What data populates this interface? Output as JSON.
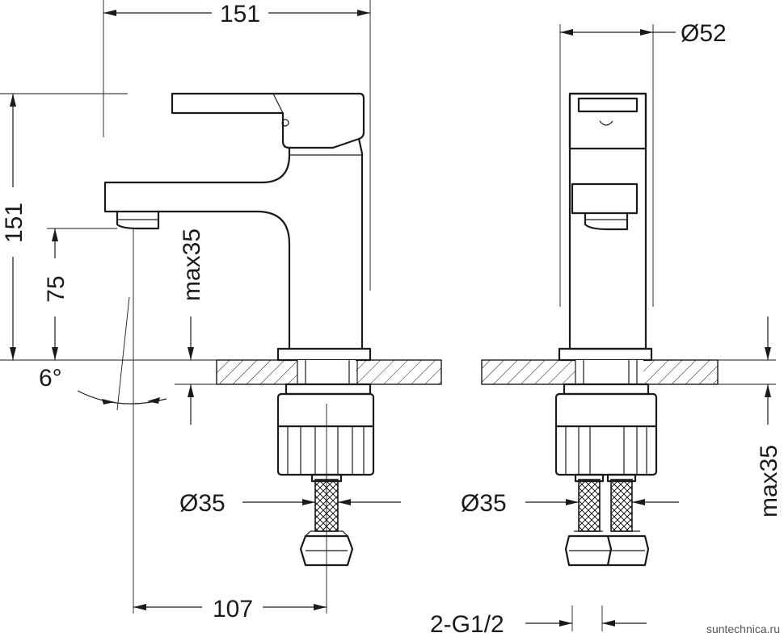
{
  "dimensions": {
    "width_top": "151",
    "height_left": "151",
    "spout_height": "75",
    "max35_left": "max35",
    "angle": "6°",
    "reach": "107",
    "diameter_inlet_front": "Ø35",
    "diameter_body": "Ø52",
    "diameter_inlet_side": "Ø35",
    "max35_right": "max35",
    "connection": "2-G1/2"
  },
  "watermark": "suntechnica.ru",
  "colors": {
    "line": "#1a1a1a",
    "background": "#ffffff"
  }
}
